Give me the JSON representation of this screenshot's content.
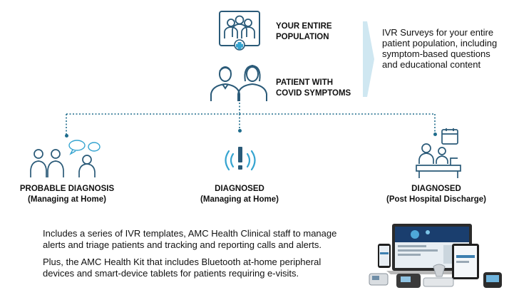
{
  "top": {
    "population_label_line1": "YOUR ENTIRE",
    "population_label_line2": "POPULATION",
    "covid_label_line1": "PATIENT WITH",
    "covid_label_line2": "COVID SYMPTOMS"
  },
  "callout": {
    "text": "IVR Surveys for your entire patient population, including symptom-based questions and educational content"
  },
  "categories": [
    {
      "line1": "PROBABLE DIAGNOSIS",
      "line2": "(Managing at Home)"
    },
    {
      "line1": "DIAGNOSED",
      "line2": "(Managing at Home)"
    },
    {
      "line1": "DIAGNOSED",
      "line2": "(Post Hospital Discharge)"
    }
  ],
  "bottom": {
    "para1": "Includes a series of IVR templates, AMC Health Clinical staff to manage alerts and triage patients and tracking and reporting calls and alerts.",
    "para2": "Plus, the AMC Health Kit that includes Bluetooth at-home peripheral devices and smart-device tablets for patients requiring e-visits."
  },
  "colors": {
    "accent": "#1e6c8c",
    "icon_stroke": "#2a5a78",
    "callout_arrow": "#cfe7f1"
  }
}
